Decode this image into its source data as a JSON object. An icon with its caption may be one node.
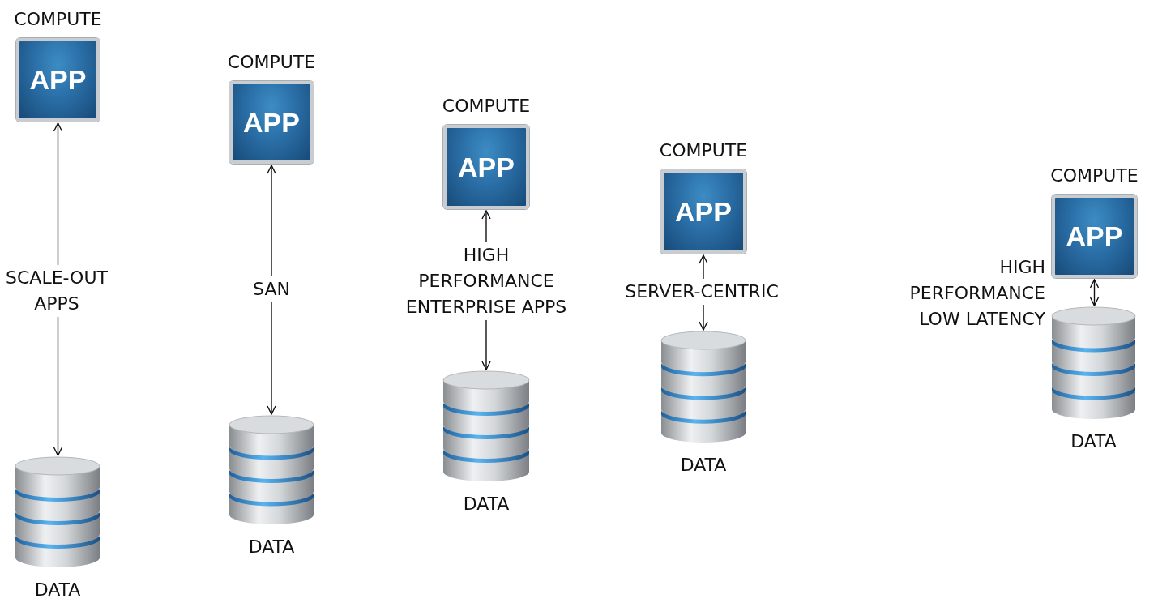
{
  "diagram": {
    "nodes": [
      {
        "text": [
          "APP"
        ],
        "beside": [
          "COMPUTE"
        ]
      },
      {
        "text": [],
        "shape": "cylinder",
        "beside": [
          "DATA"
        ]
      },
      {
        "text": [
          "APP"
        ],
        "beside": [
          "COMPUTE"
        ]
      },
      {
        "text": [],
        "shape": "cylinder",
        "beside": [
          "DATA"
        ]
      },
      {
        "text": [
          "APP"
        ],
        "beside": [
          "COMPUTE"
        ]
      },
      {
        "text": [],
        "shape": "cylinder",
        "beside": [
          "DATA"
        ]
      },
      {
        "text": [
          "APP"
        ],
        "beside": [
          "COMPUTE"
        ]
      },
      {
        "text": [],
        "shape": "cylinder",
        "beside": [
          "DATA"
        ]
      },
      {
        "text": [
          "APP"
        ],
        "beside": [
          "COMPUTE"
        ]
      },
      {
        "text": [],
        "shape": "cylinder",
        "beside": [
          "DATA"
        ]
      }
    ],
    "edges": [
      {
        "from": 0,
        "to": 1,
        "arrow": "both",
        "label": "SCALE-OUT APPS"
      },
      {
        "from": 2,
        "to": 3,
        "arrow": "both",
        "label": "SAN"
      },
      {
        "from": 4,
        "to": 5,
        "arrow": "both",
        "label": "HIGH PERFORMANCE ENTERPRISE APPS"
      },
      {
        "from": 6,
        "to": 7,
        "arrow": "both",
        "label": "SERVER-CENTRIC"
      },
      {
        "from": 8,
        "to": 9,
        "arrow": "both",
        "label": "HIGH PERFORMANCE LOW LATENCY"
      }
    ]
  }
}
